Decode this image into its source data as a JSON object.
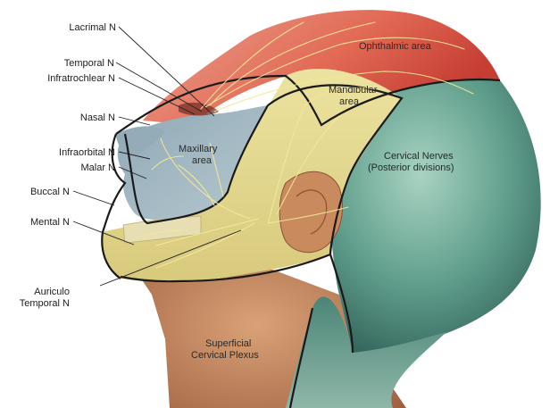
{
  "nerve_labels": [
    {
      "id": "lacrimal",
      "text": "Lacrimal N"
    },
    {
      "id": "temporal",
      "text": "Temporal N"
    },
    {
      "id": "infratrochlear",
      "text": "Infratrochlear N"
    },
    {
      "id": "nasal",
      "text": "Nasal N"
    },
    {
      "id": "infraorbital",
      "text": "Infraorbital N"
    },
    {
      "id": "malar",
      "text": "Malar N"
    },
    {
      "id": "buccal",
      "text": "Buccal N"
    },
    {
      "id": "mental",
      "text": "Mental N"
    },
    {
      "id": "auriculo_1",
      "text": "Auriculo"
    },
    {
      "id": "auriculo_2",
      "text": "Temporal N"
    }
  ],
  "regions": {
    "ophthalmic": "Ophthalmic area",
    "mandibular_1": "Mandibular",
    "mandibular_2": "area",
    "maxillary_1": "Maxillary",
    "maxillary_2": "area",
    "cervical_1": "Cervical Nerves",
    "cervical_2": "(Posterior divisions)",
    "plexus_1": "Superficial",
    "plexus_2": "Cervical Plexus"
  },
  "colors": {
    "ophthalmic": "#e0584a",
    "mandibular": "#e3d98a",
    "maxillary": "#9fb6c2",
    "cervical": "#5c9a88",
    "skin": "#c98a5e",
    "nerve": "#f2e79a"
  }
}
